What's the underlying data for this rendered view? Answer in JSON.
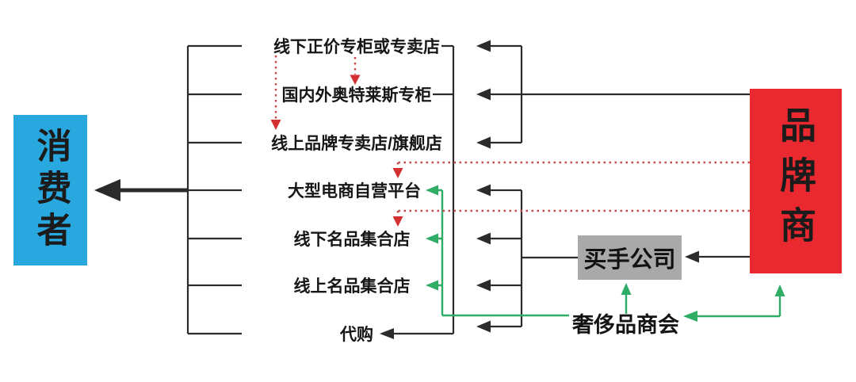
{
  "diagram": {
    "consumer": {
      "label": "消费者"
    },
    "brand": {
      "label": "品牌商"
    },
    "buyer_company": {
      "label": "买手公司"
    },
    "chamber": {
      "label": "奢侈品商会"
    },
    "channels": [
      {
        "label": "线下正价专柜或专卖店"
      },
      {
        "label": "国内外奥特莱斯专柜"
      },
      {
        "label": "线上品牌专卖店/旗舰店"
      },
      {
        "label": "大型电商自营平台"
      },
      {
        "label": "线下名品集合店"
      },
      {
        "label": "线上名品集合店"
      },
      {
        "label": "代购"
      }
    ]
  },
  "colors": {
    "consumer_bg": "#29a8e0",
    "brand_bg": "#e9292f",
    "buyer_bg": "#a9a9a9",
    "green": "#2fac66",
    "dotted_red": "#c84a4a",
    "arrow_red": "#d3302f",
    "line": "#2b2b2b"
  }
}
